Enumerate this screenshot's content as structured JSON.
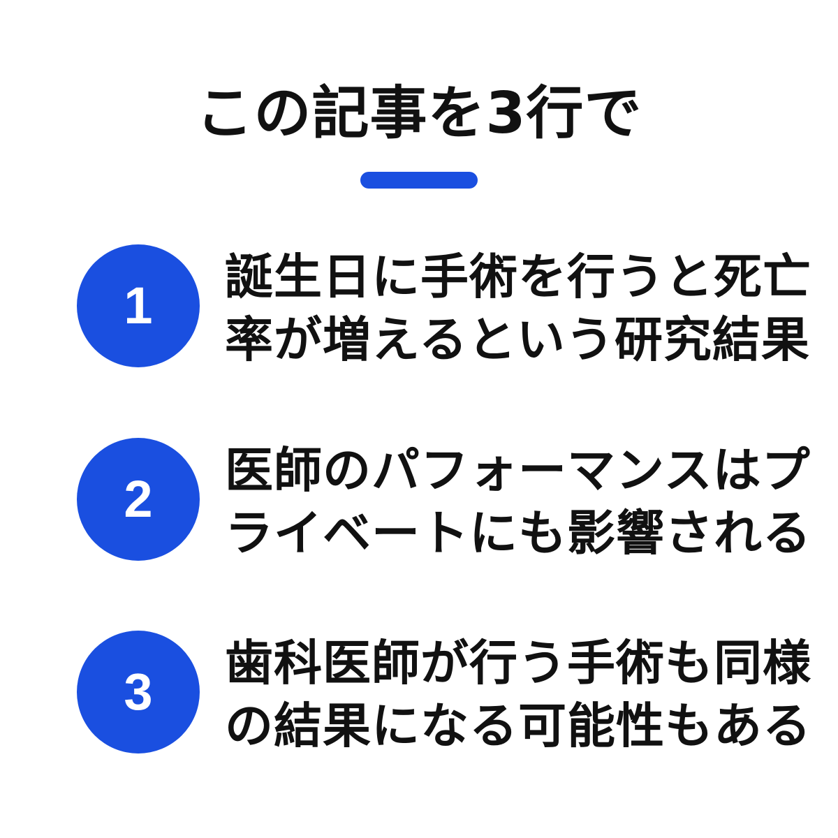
{
  "title": "この記事を3行で",
  "colors": {
    "accent": "#1a4fe0",
    "text": "#111111",
    "background": "#ffffff"
  },
  "items": [
    {
      "number": "1",
      "line1": "誕生日に手術を行うと死亡",
      "line2": "率が増えるという研究結果"
    },
    {
      "number": "2",
      "line1": "医師のパフォーマンスはプ",
      "line2": "ライベートにも影響される"
    },
    {
      "number": "3",
      "line1": "歯科医師が行う手術も同様",
      "line2": "の結果になる可能性もある"
    }
  ]
}
